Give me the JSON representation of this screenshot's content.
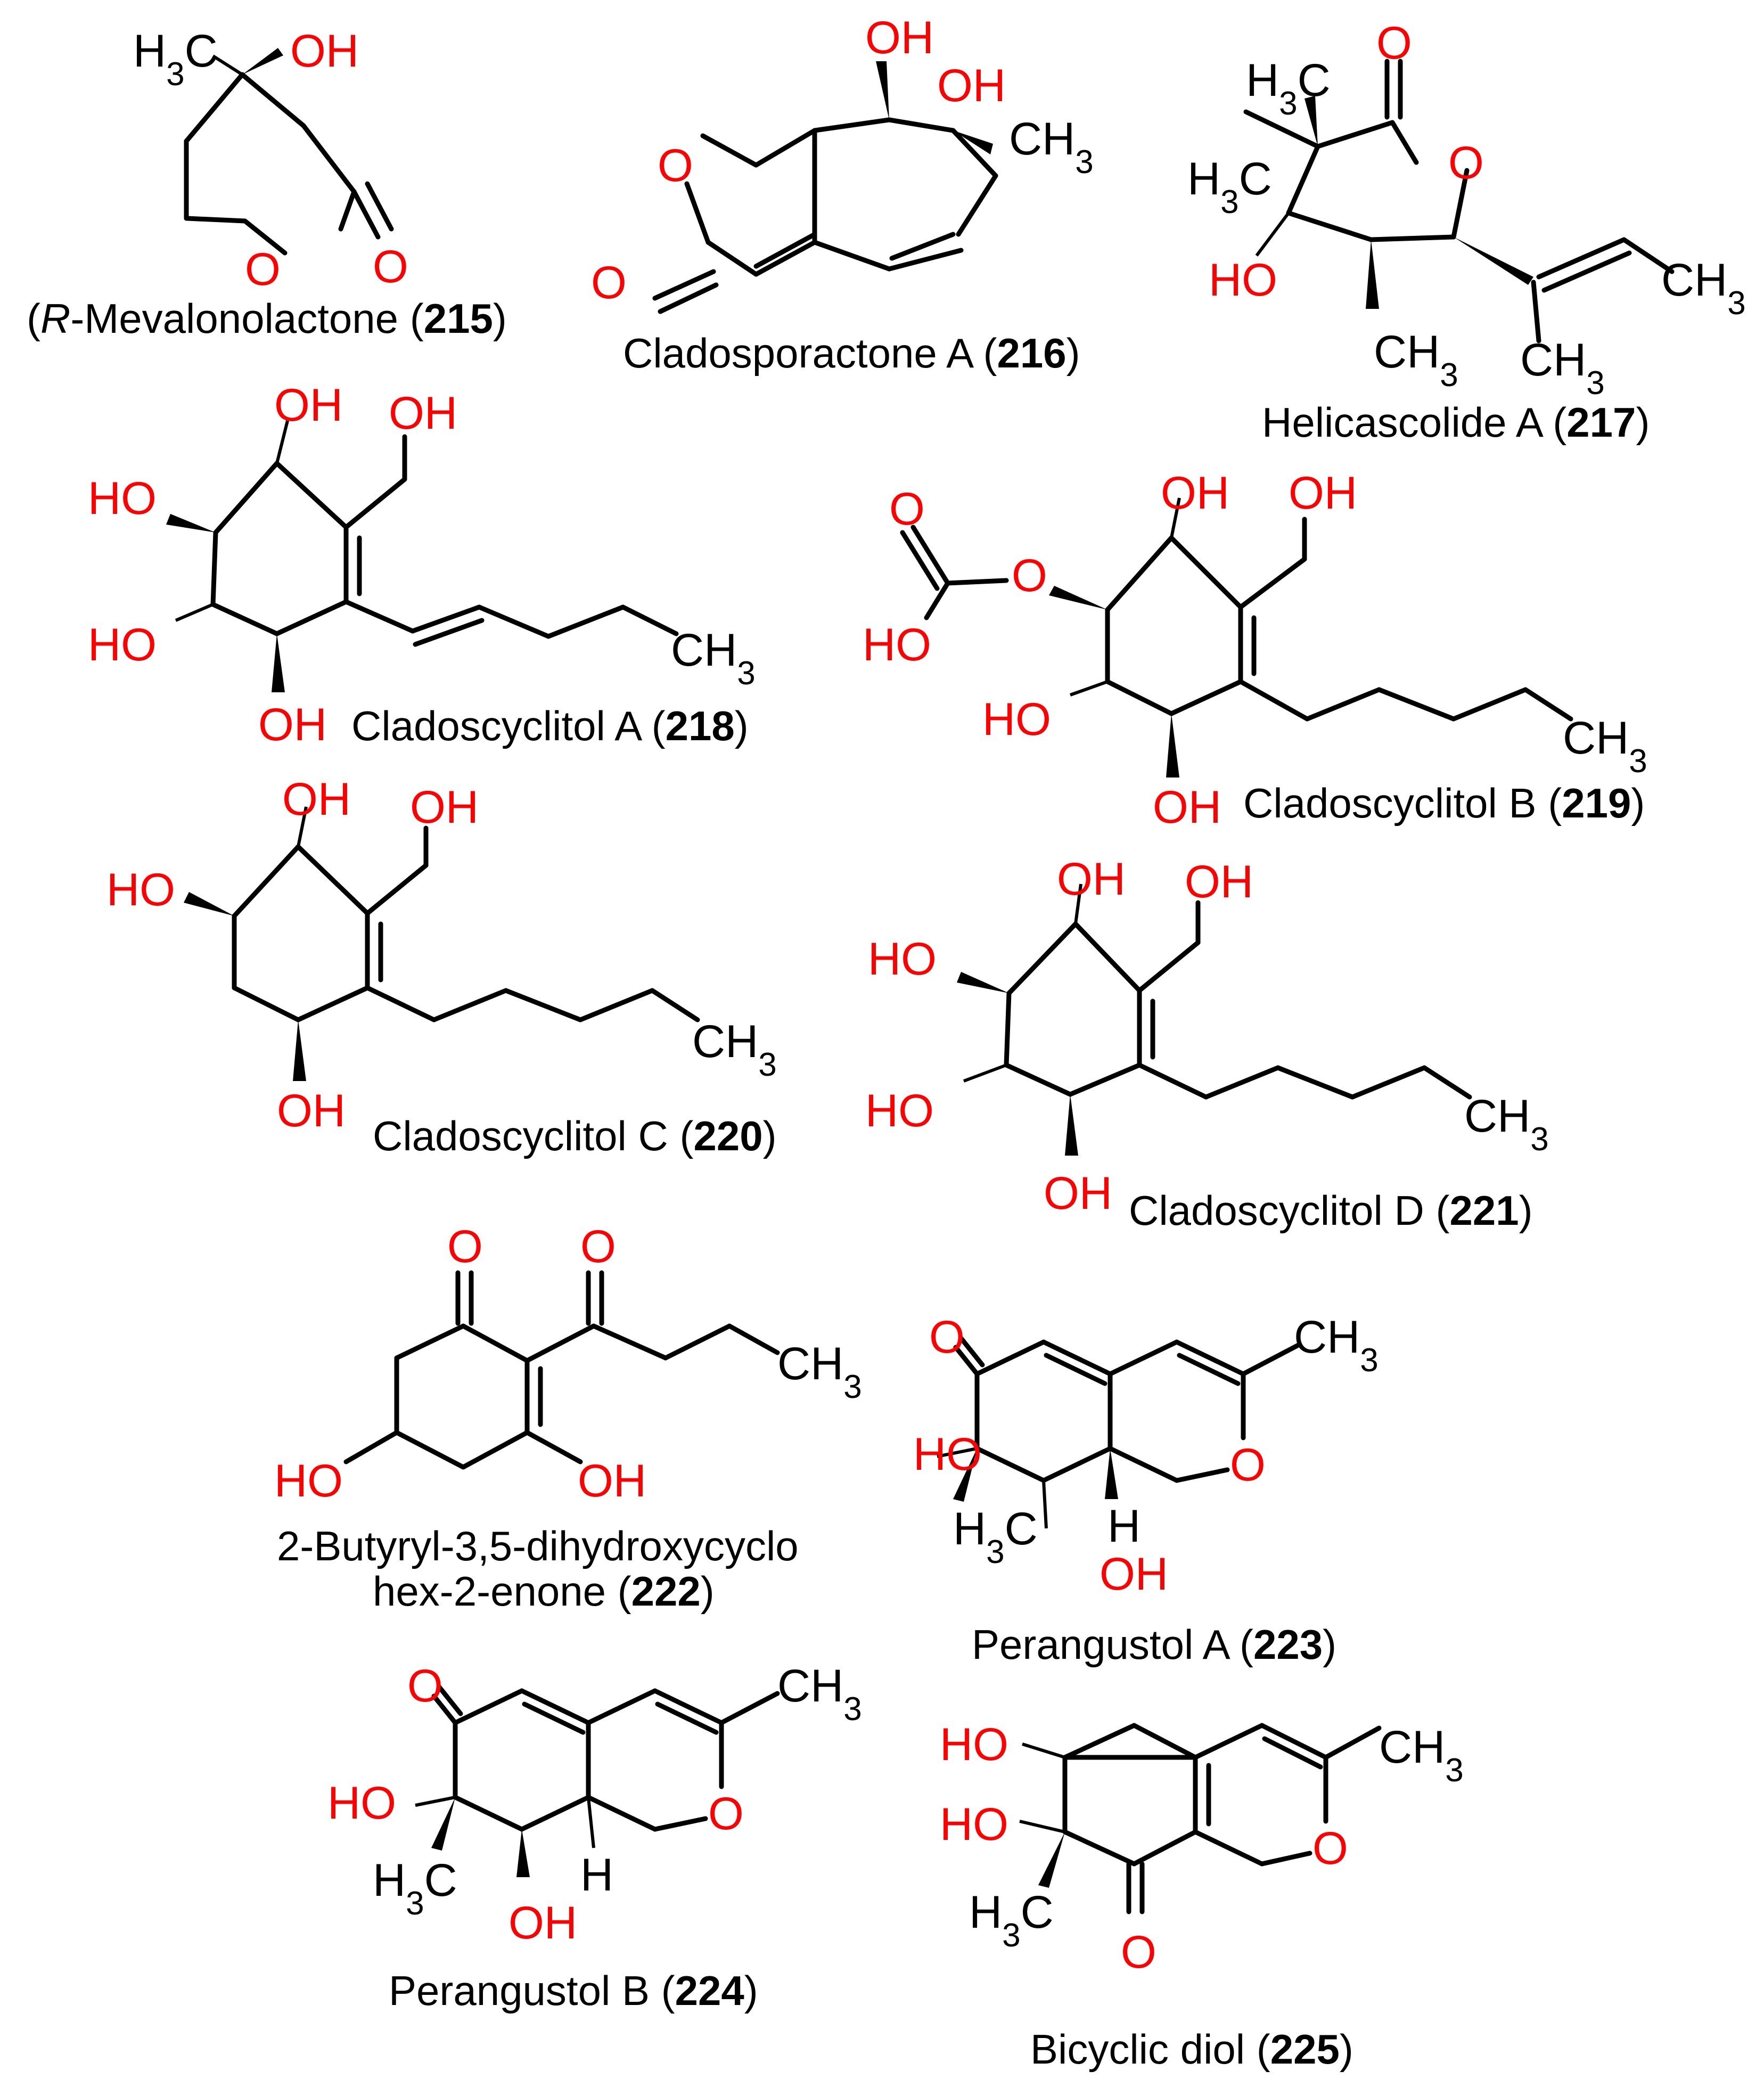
{
  "colors": {
    "bond": "#000000",
    "heteroatom": "#ff0000",
    "carbon": "#000000"
  },
  "molecules": [
    {
      "name": "(R)-Mevalonolactone",
      "name_italic": "R",
      "name_rest": "-Mevalonolactone",
      "number": "215",
      "labels": {
        "methyl": "H3C",
        "hydroxy": "OH",
        "ring_o": "O",
        "carbonyl_o": "O"
      }
    },
    {
      "name": "Cladosporactone A",
      "number": "216",
      "labels": {
        "hydroxy_1": "OH",
        "hydroxy_2": "OH",
        "methyl": "CH3",
        "ring_o": "O",
        "carbonyl_o": "O"
      }
    },
    {
      "name": "Helicascolide A",
      "number": "217",
      "labels": {
        "carbonyl_o": "O",
        "ring_o": "O",
        "methyl_1": "H3C",
        "methyl_2": "H3C",
        "hydroxy": "HO",
        "methyl_3": "CH3",
        "methyl_4": "CH3",
        "methyl_5": "CH3"
      }
    },
    {
      "name": "Cladoscyclitol A",
      "number": "218",
      "labels": {
        "hydroxy_top": "OH",
        "hydroxymethyl": "OH",
        "hydroxy_left": "HO",
        "hydroxy_left_2": "HO",
        "hydroxy_bottom": "OH",
        "methyl": "CH3"
      }
    },
    {
      "name": "Cladoscyclitol B",
      "number": "219",
      "labels": {
        "carbonate_o_top": "O",
        "carbonate_o_link": "O",
        "carbonate_oh": "HO",
        "hydroxy_top": "OH",
        "hydroxymethyl": "OH",
        "hydroxy_left": "HO",
        "hydroxy_bottom": "OH",
        "methyl": "CH3"
      }
    },
    {
      "name": "Cladoscyclitol C",
      "number": "220",
      "labels": {
        "hydroxy_top": "OH",
        "hydroxymethyl": "OH",
        "hydroxy_left": "HO",
        "hydroxy_bottom": "OH",
        "methyl": "CH3"
      }
    },
    {
      "name": "Cladoscyclitol D",
      "number": "221",
      "labels": {
        "hydroxy_top": "OH",
        "hydroxymethyl": "OH",
        "hydroxy_left": "HO",
        "hydroxy_left_2": "HO",
        "hydroxy_bottom": "OH",
        "methyl": "CH3"
      }
    },
    {
      "name_line1": "2-Butyryl-3,5-dihydroxycyclo",
      "name_line2": "hex-2-enone",
      "number": "222",
      "labels": {
        "ketone_o_1": "O",
        "ketone_o_2": "O",
        "methyl": "CH3",
        "hydroxy_1": "HO",
        "hydroxy_2": "OH"
      }
    },
    {
      "name": "Perangustol A",
      "number": "223",
      "labels": {
        "ketone_o": "O",
        "methyl_top": "CH3",
        "ring_o": "O",
        "hydroxy_1": "HO",
        "methyl": "H3C",
        "hydrogen": "H",
        "hydroxy_2": "OH"
      }
    },
    {
      "name": "Perangustol B",
      "number": "224",
      "labels": {
        "ketone_o": "O",
        "methyl_top": "CH3",
        "ring_o": "O",
        "hydroxy_1": "HO",
        "methyl": "H3C",
        "hydrogen": "H",
        "hydroxy_2": "OH"
      }
    },
    {
      "name": "Bicyclic diol",
      "number": "225",
      "labels": {
        "hydroxy_1": "HO",
        "methyl_top": "CH3",
        "hydroxy_2": "HO",
        "ring_o": "O",
        "methyl": "H3C",
        "ketone_o": "O"
      }
    }
  ]
}
